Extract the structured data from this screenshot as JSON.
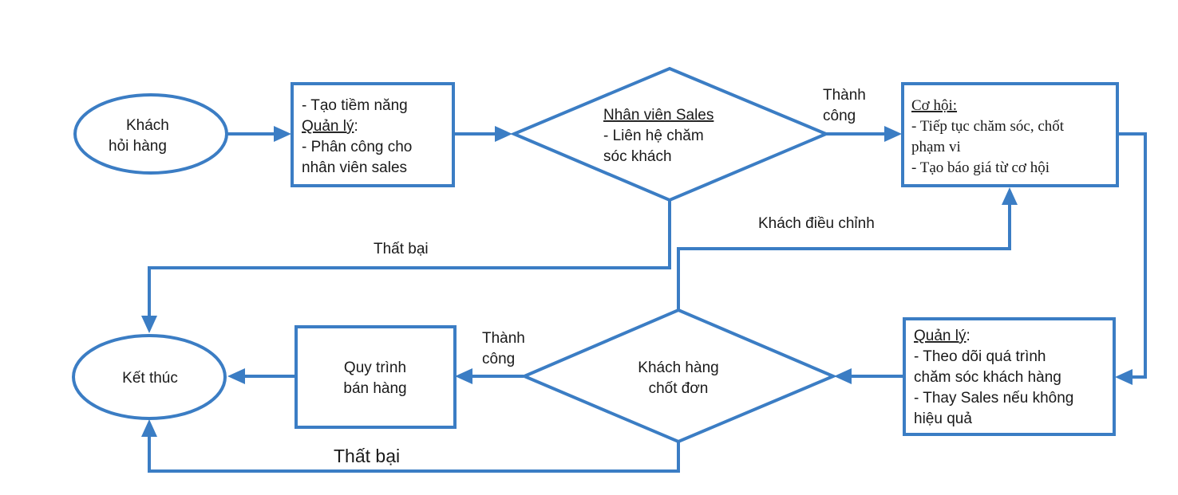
{
  "colors": {
    "stroke": "#3b7dc4",
    "text": "#1a1a1a",
    "background": "#ffffff"
  },
  "nodes": {
    "start": {
      "line1": "Khách",
      "line2": "hỏi hàng"
    },
    "lead": {
      "line1": "- Tạo tiềm năng",
      "line2": "Quản lý",
      "line2_suffix": ":",
      "line3": "- Phân công cho",
      "line4": "nhân viên sales"
    },
    "sales_decision": {
      "title": "Nhân viên Sales",
      "line2": "- Liên hệ chăm",
      "line3": "sóc khách"
    },
    "opportunity": {
      "title": "Cơ hội:",
      "line2": "- Tiếp tục chăm sóc, chốt",
      "line3": "phạm vi",
      "line4": "- Tạo báo giá từ cơ hội"
    },
    "manager": {
      "title": "Quản lý",
      "title_suffix": ":",
      "line2": "- Theo dõi quá trình",
      "line3": "chăm sóc khách hàng",
      "line4": "- Thay Sales nếu không",
      "line5": "hiệu quả"
    },
    "close_decision": {
      "line1": "Khách hàng",
      "line2": "chốt đơn"
    },
    "sales_process": {
      "line1": "Quy trình",
      "line2": "bán hàng"
    },
    "end": {
      "label": "Kết thúc"
    }
  },
  "edges": {
    "sales_success": {
      "line1": "Thành",
      "line2": "công"
    },
    "sales_fail": {
      "label": "Thất bại"
    },
    "customer_adjust": {
      "label": "Khách điều chỉnh"
    },
    "close_success": {
      "line1": "Thành",
      "line2": "công"
    },
    "close_fail": {
      "label": "Thất bại"
    }
  }
}
